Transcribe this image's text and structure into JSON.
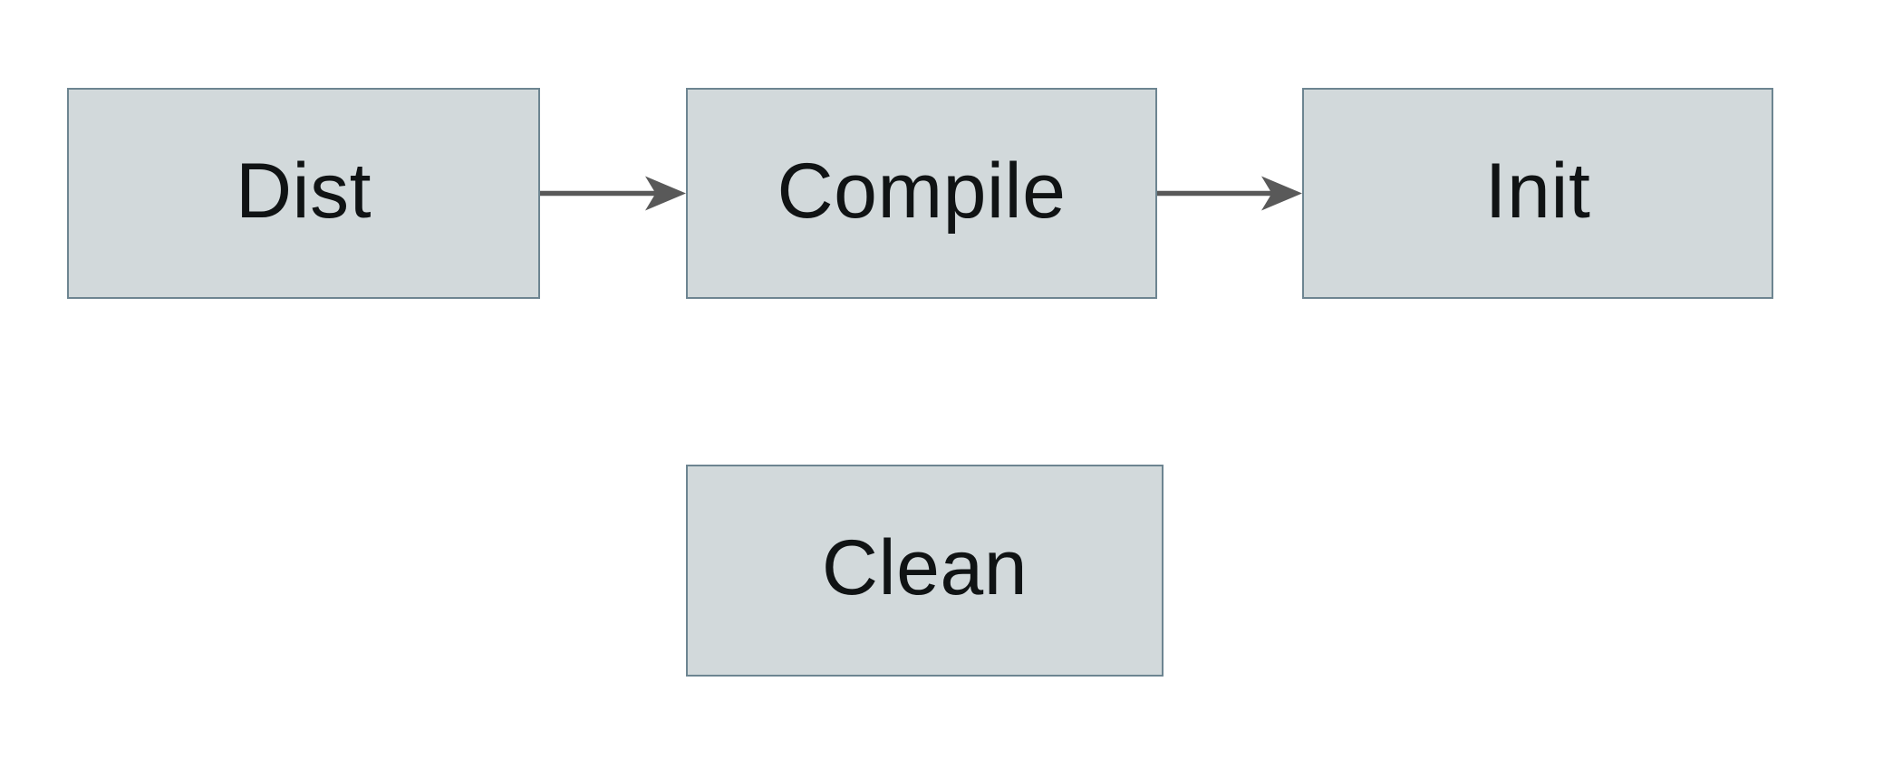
{
  "diagram": {
    "background_color": "#ffffff",
    "node_fill_color": "#d2d9db",
    "node_border_color": "#6d8591",
    "node_text_color": "#101314",
    "arrow_color": "#595959",
    "nodes": [
      {
        "label": "Dist"
      },
      {
        "label": "Compile"
      },
      {
        "label": "Init"
      },
      {
        "label": "Clean"
      }
    ],
    "edges": [
      {
        "from": "Dist",
        "to": "Compile"
      },
      {
        "from": "Compile",
        "to": "Init"
      }
    ]
  }
}
